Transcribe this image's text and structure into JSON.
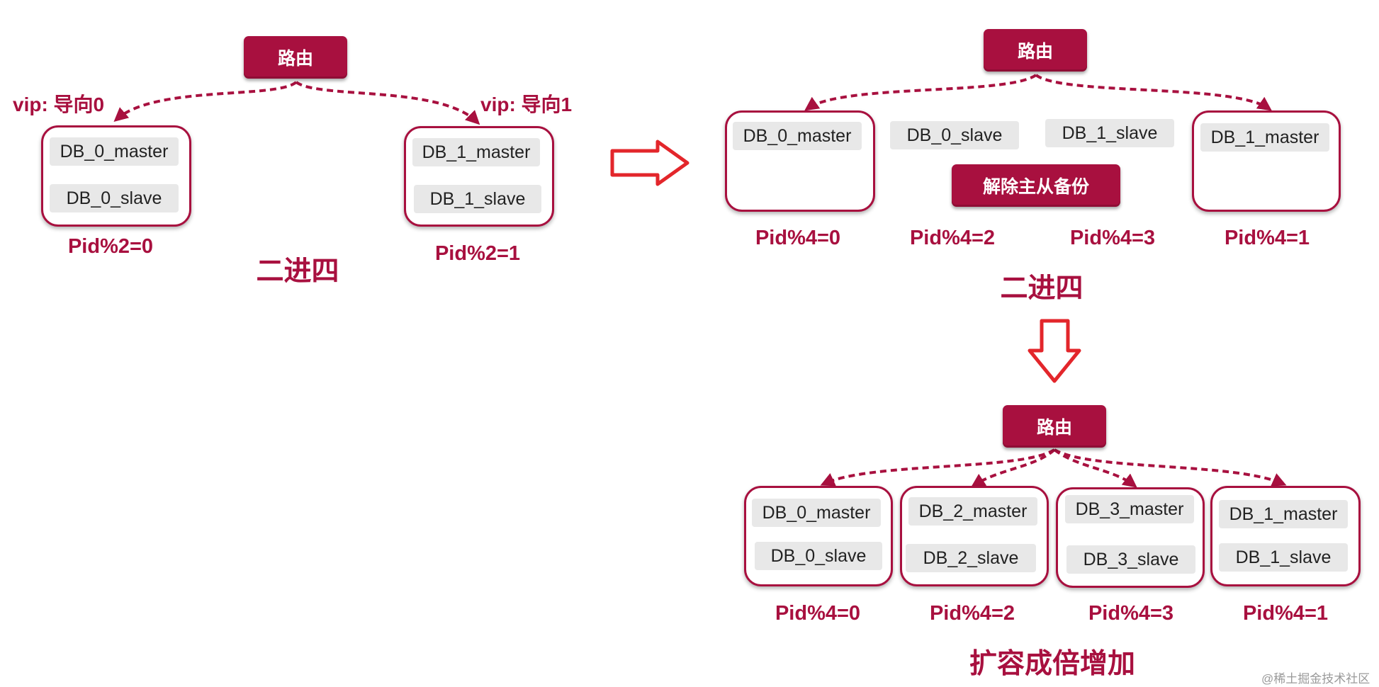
{
  "left": {
    "router": "路由",
    "vip0": "vip: 导向0",
    "vip1": "vip: 导向1",
    "db0_master": "DB_0_master",
    "db0_slave": "DB_0_slave",
    "db1_master": "DB_1_master",
    "db1_slave": "DB_1_slave",
    "pid0": "Pid%2=0",
    "pid1": "Pid%2=1",
    "caption": "二进四"
  },
  "middle": {
    "router": "路由",
    "db0_master": "DB_0_master",
    "db0_slave": "DB_0_slave",
    "db1_slave": "DB_1_slave",
    "db1_master": "DB_1_master",
    "action": "解除主从备份",
    "pid0": "Pid%4=0",
    "pid2": "Pid%4=2",
    "pid3": "Pid%4=3",
    "pid1": "Pid%4=1",
    "caption": "二进四"
  },
  "bottom": {
    "router": "路由",
    "groups": [
      {
        "master": "DB_0_master",
        "slave": "DB_0_slave",
        "pid": "Pid%4=0"
      },
      {
        "master": "DB_2_master",
        "slave": "DB_2_slave",
        "pid": "Pid%4=2"
      },
      {
        "master": "DB_3_master",
        "slave": "DB_3_slave",
        "pid": "Pid%4=3"
      },
      {
        "master": "DB_1_master",
        "slave": "DB_1_slave",
        "pid": "Pid%4=1"
      }
    ],
    "caption": "扩容成倍增加"
  },
  "watermark": "@稀土掘金技术社区",
  "colors": {
    "accent": "#a8103f",
    "arrow": "#e3262b",
    "chip": "#e8e8e8"
  },
  "icons": [
    "right-arrow-icon",
    "down-arrow-icon"
  ]
}
